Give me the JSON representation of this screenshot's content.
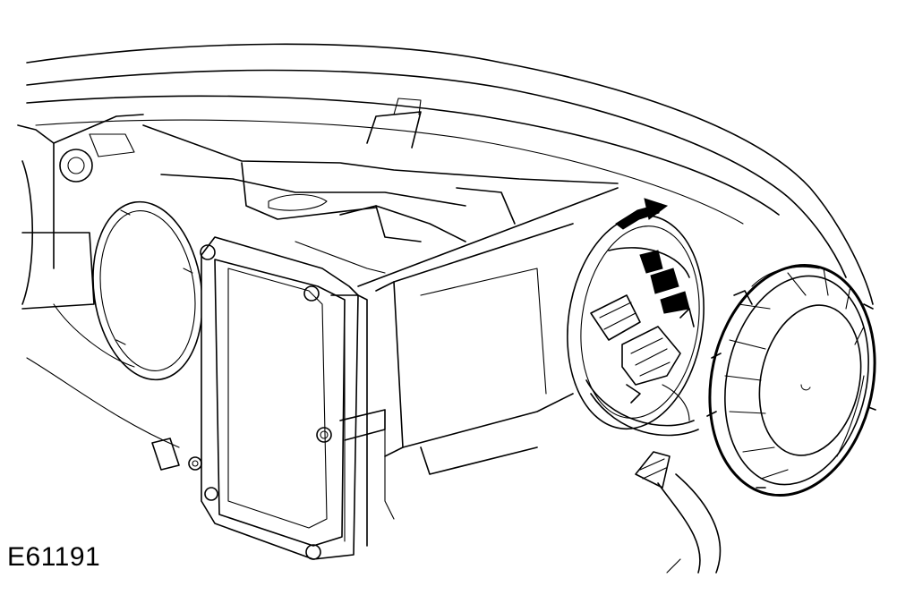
{
  "figure": {
    "reference_code": "E61191",
    "subject": "headlamp-assembly-rear-view",
    "components": {
      "housing": "housing-outline",
      "control_module": "ballast-module",
      "bulb_access_cover": "access-cover",
      "bulb_connector": "connector",
      "rotation_arrow": "arrow-icon"
    },
    "line_color": "#000000",
    "background_color": "#ffffff"
  }
}
